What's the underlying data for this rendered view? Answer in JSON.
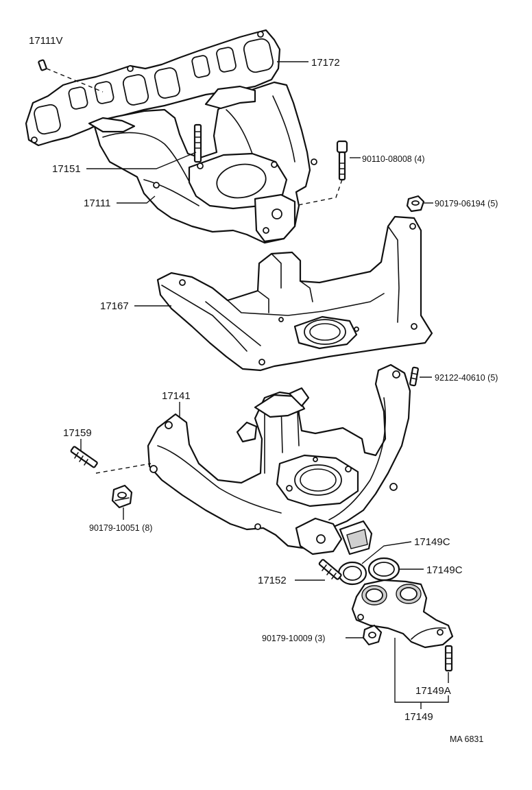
{
  "labels": {
    "p17111v": "17111V",
    "p17172": "17172",
    "p17151": "17151",
    "p90110": "90110-08008 (4)",
    "p17111": "17111",
    "p90179_06194": "90179-06194 (5)",
    "p17167": "17167",
    "p92122": "92122-40610 (5)",
    "p17141": "17141",
    "p17159": "17159",
    "p90179_10051": "90179-10051 (8)",
    "p17149c_a": "17149C",
    "p17149c_b": "17149C",
    "p17152": "17152",
    "p90179_10009": "90179-10009 (3)",
    "p17149a": "17149A",
    "p17149": "17149",
    "code": "MA  6831"
  }
}
